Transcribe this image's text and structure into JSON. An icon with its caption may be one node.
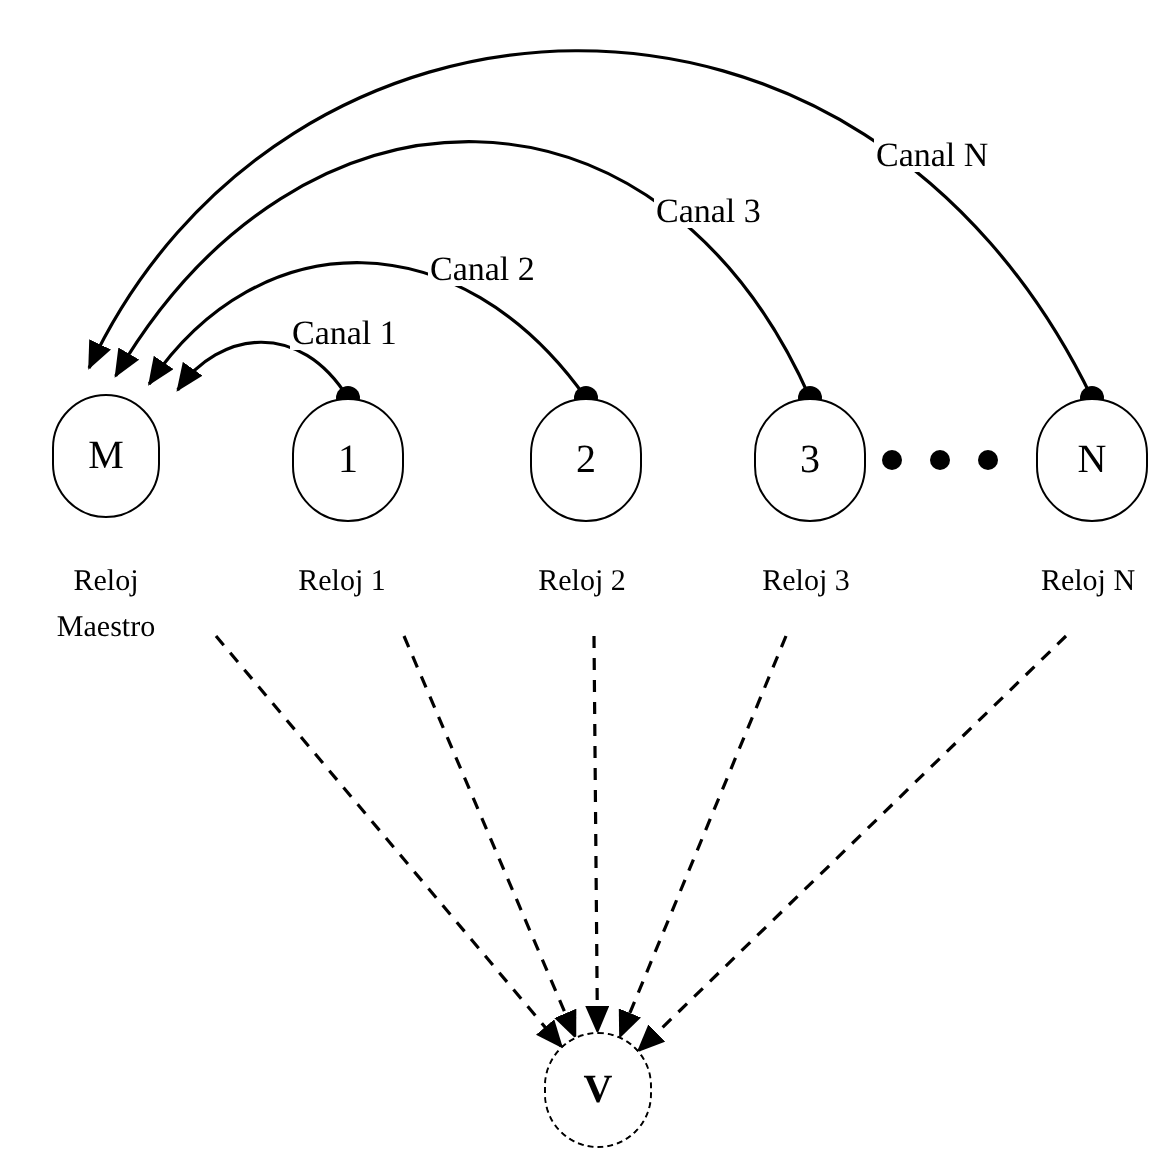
{
  "diagram": {
    "nodes": [
      {
        "text": [
          "M"
        ],
        "beside": [
          "Reloj Maestro"
        ]
      },
      {
        "text": [
          "1"
        ],
        "beside": [
          "Reloj 1"
        ]
      },
      {
        "text": [
          "2"
        ],
        "beside": [
          "Reloj 2"
        ]
      },
      {
        "text": [
          "3"
        ],
        "beside": [
          "Reloj 3"
        ]
      },
      {
        "text": [
          "N"
        ],
        "beside": [
          "Reloj N"
        ]
      },
      {
        "text": [
          "V"
        ]
      }
    ],
    "edges": [
      {
        "from": 1,
        "to": 0,
        "arrow": "to",
        "label": "Canal 1"
      },
      {
        "from": 2,
        "to": 0,
        "arrow": "to",
        "label": "Canal 2"
      },
      {
        "from": 3,
        "to": 0,
        "arrow": "to",
        "label": "Canal 3"
      },
      {
        "from": 4,
        "to": 0,
        "arrow": "to",
        "label": "Canal N"
      },
      {
        "from": 0,
        "to": 5,
        "arrow": "to",
        "style": "dashed"
      },
      {
        "from": 1,
        "to": 5,
        "arrow": "to",
        "style": "dashed"
      },
      {
        "from": 2,
        "to": 5,
        "arrow": "to",
        "style": "dashed"
      },
      {
        "from": 3,
        "to": 5,
        "arrow": "to",
        "style": "dashed"
      },
      {
        "from": 4,
        "to": 5,
        "arrow": "to",
        "style": "dashed"
      }
    ]
  }
}
